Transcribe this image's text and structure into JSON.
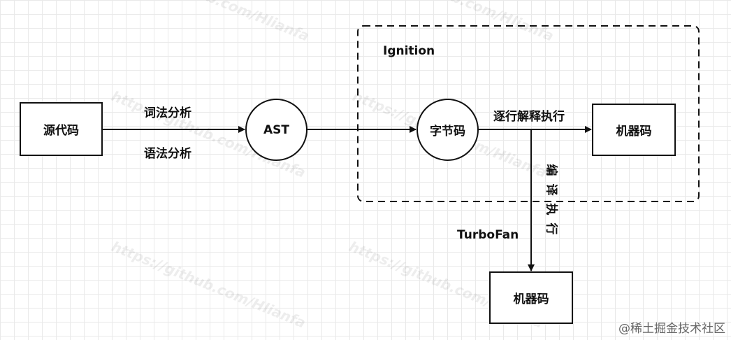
{
  "nodes": {
    "source": "源代码",
    "ast": "AST",
    "bytecode": "字节码",
    "machine_top": "机器码",
    "machine_bottom": "机器码"
  },
  "group": {
    "label": "Ignition"
  },
  "edge_labels": {
    "lexical": "词法分析",
    "syntax": "语法分析",
    "interpret": "逐行解释执行",
    "compile_chars": [
      "编",
      "译",
      "执",
      "行"
    ],
    "turbofan": "TurboFan"
  },
  "watermark": "https://github.com/Hlianfa",
  "credit": "@稀土掘金技术社区"
}
